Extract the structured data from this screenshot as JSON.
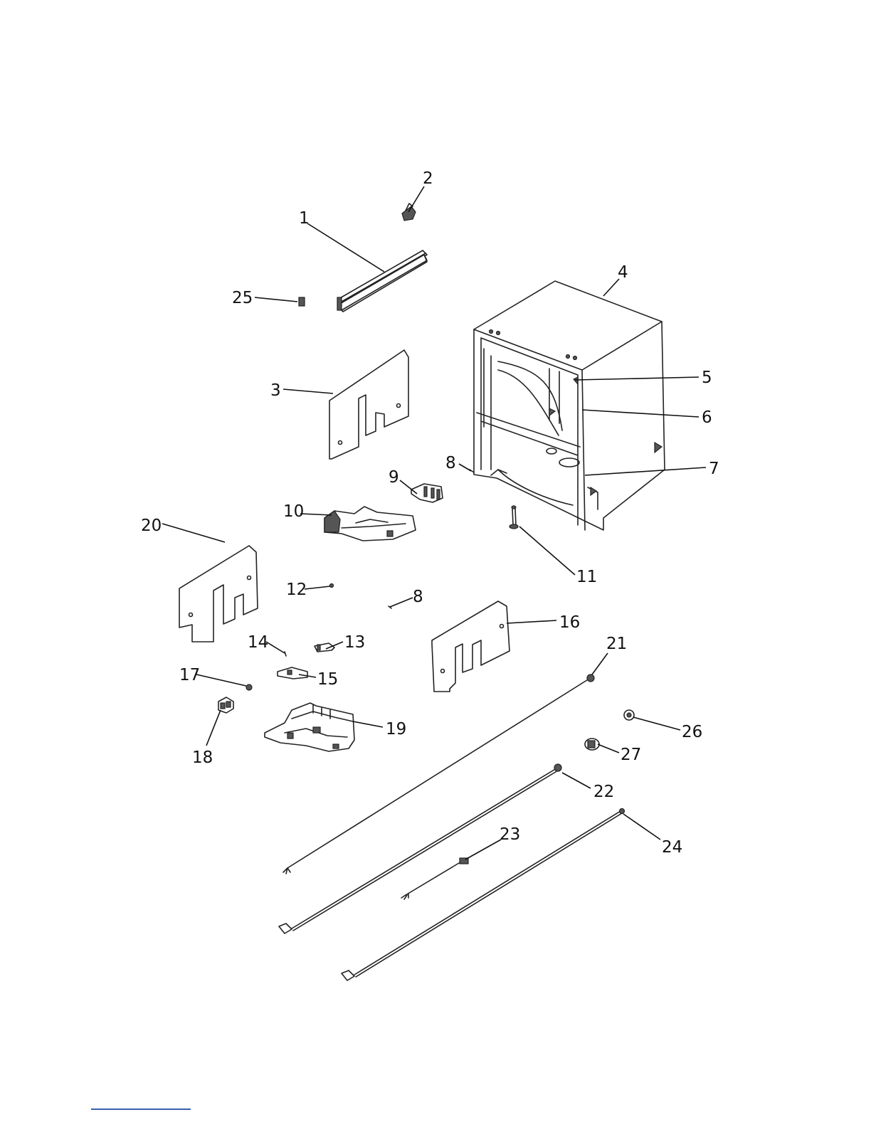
{
  "callouts": [
    {
      "id": "c1",
      "label": "1"
    },
    {
      "id": "c2",
      "label": "2"
    },
    {
      "id": "c3",
      "label": "3"
    },
    {
      "id": "c4",
      "label": "4"
    },
    {
      "id": "c5",
      "label": "5"
    },
    {
      "id": "c6",
      "label": "6"
    },
    {
      "id": "c7",
      "label": "7"
    },
    {
      "id": "c8a",
      "label": "8"
    },
    {
      "id": "c8b",
      "label": "8"
    },
    {
      "id": "c9",
      "label": "9"
    },
    {
      "id": "c10",
      "label": "10"
    },
    {
      "id": "c11",
      "label": "11"
    },
    {
      "id": "c12",
      "label": "12"
    },
    {
      "id": "c13",
      "label": "13"
    },
    {
      "id": "c14",
      "label": "14"
    },
    {
      "id": "c15",
      "label": "15"
    },
    {
      "id": "c16",
      "label": "16"
    },
    {
      "id": "c17",
      "label": "17"
    },
    {
      "id": "c18",
      "label": "18"
    },
    {
      "id": "c19",
      "label": "19"
    },
    {
      "id": "c20",
      "label": "20"
    },
    {
      "id": "c21",
      "label": "21"
    },
    {
      "id": "c22",
      "label": "22"
    },
    {
      "id": "c23",
      "label": "23"
    },
    {
      "id": "c24",
      "label": "24"
    },
    {
      "id": "c25",
      "label": "25"
    },
    {
      "id": "c26",
      "label": "26"
    },
    {
      "id": "c27",
      "label": "27"
    }
  ]
}
